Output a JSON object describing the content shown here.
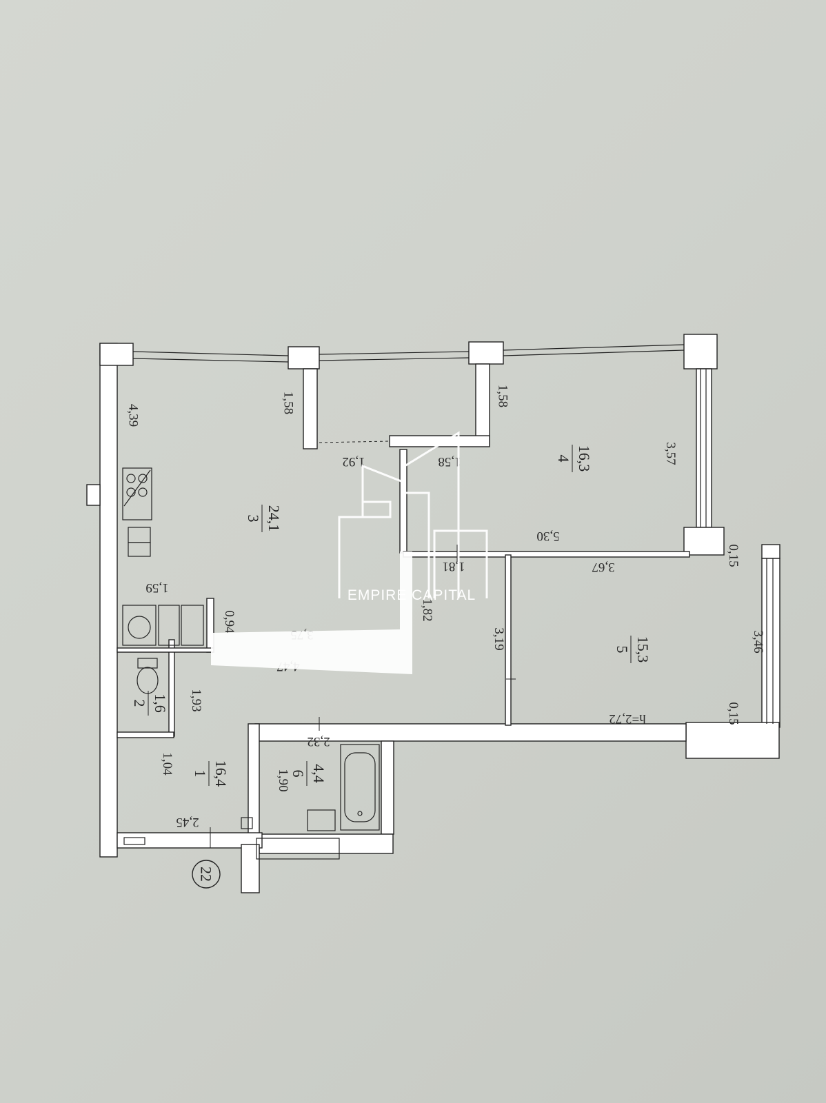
{
  "watermark": {
    "brand": "EMPIRE CAPITAL",
    "color": "#ffffff"
  },
  "colors": {
    "wall": "#ffffff",
    "line": "#222222",
    "paper": "#cfd2cc"
  },
  "rooms": [
    {
      "id": "r1",
      "number": "1",
      "area": "16,4"
    },
    {
      "id": "r2",
      "number": "2",
      "area": "1,6"
    },
    {
      "id": "r3",
      "number": "3",
      "area": "24,1"
    },
    {
      "id": "r4",
      "number": "4",
      "area": "16,3"
    },
    {
      "id": "r5",
      "number": "5",
      "area": "15,3"
    },
    {
      "id": "r6",
      "number": "6",
      "area": "4,4"
    }
  ],
  "dimensions": {
    "d439": "4,39",
    "d158a": "1,58",
    "d158b": "1,58",
    "d158c": "1,58",
    "d192": "1,92",
    "d357": "3,57",
    "d530": "5,30",
    "d181": "1,81",
    "d367": "3,67",
    "d015a": "0,15",
    "d159": "1,59",
    "d094": "0,94",
    "d375": "3,75",
    "d447": "4,47",
    "d182": "1,82",
    "d319": "3,19",
    "d346": "3,46",
    "d272": "h=2,72",
    "d015b": "0,15",
    "d193": "1,93",
    "d232": "2,32",
    "d104": "1,04",
    "d190": "1,90",
    "d245": "2,45"
  },
  "section_mark": "22"
}
